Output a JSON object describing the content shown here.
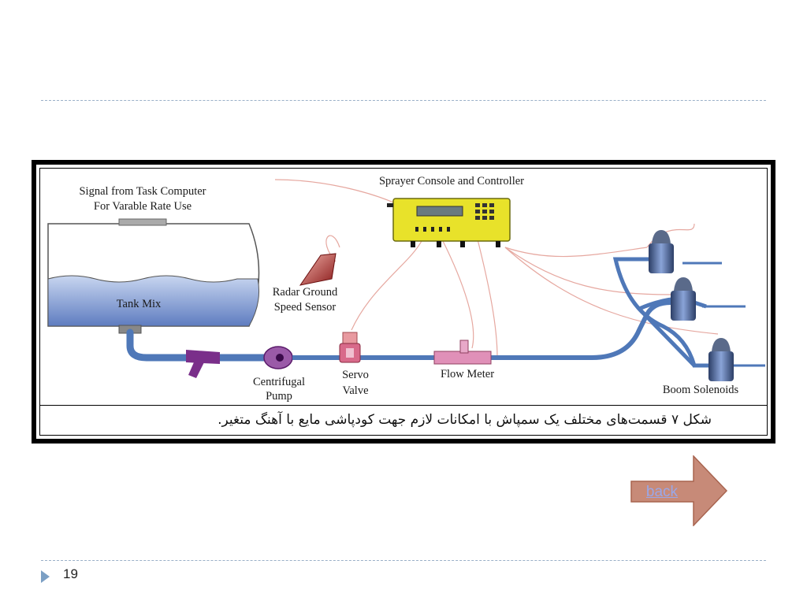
{
  "diagram": {
    "labels": {
      "signal_line1": "Signal from Task Computer",
      "signal_line2": "For Varable Rate Use",
      "console": "Sprayer Console and Controller",
      "radar_line1": "Radar Ground",
      "radar_line2": "Speed Sensor",
      "tank": "Tank Mix",
      "pump_line1": "Centrifugal",
      "pump_line2": "Pump",
      "valve_line1": "Servo",
      "valve_line2": "Valve",
      "flow_meter": "Flow Meter",
      "boom": "Boom Solenoids"
    },
    "caption": "شکل ۷  قسمت‌های مختلف یک سمپاش با امکانات لازم جهت کودپاشی مایع با آهنگ متغیر."
  },
  "navigation": {
    "back_label": "back"
  },
  "footer": {
    "page_number": "19"
  },
  "colors": {
    "pipe": "#4f78b8",
    "console": "#e8e22a",
    "tank_liquid": "#8aa2d8",
    "pump_purple": "#7a2f8a",
    "arrow_fill": "#c78a78",
    "arrow_stroke": "#a8644f",
    "wire": "#e6a8a0",
    "link_text": "#9aa7e8"
  }
}
